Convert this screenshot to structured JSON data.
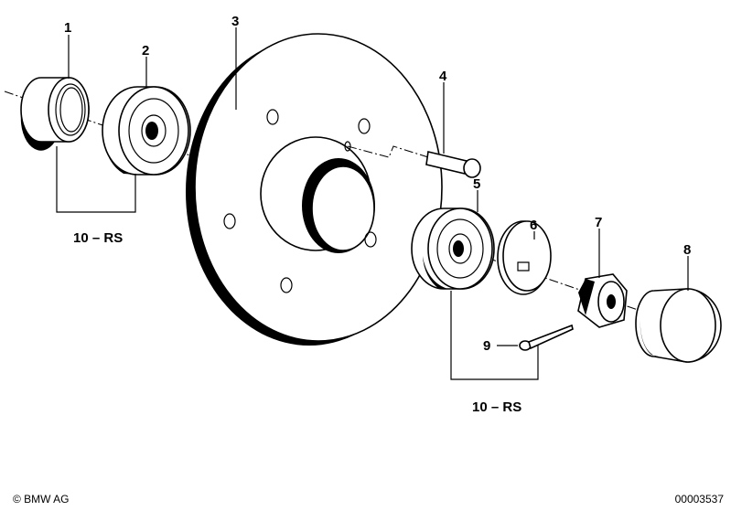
{
  "callouts": [
    "1",
    "2",
    "3",
    "4",
    "5",
    "6",
    "7",
    "8",
    "9"
  ],
  "set_labels": [
    "10 – RS",
    "10 – RS"
  ],
  "copyright": "© BMW AG",
  "diagram_number": "00003537"
}
